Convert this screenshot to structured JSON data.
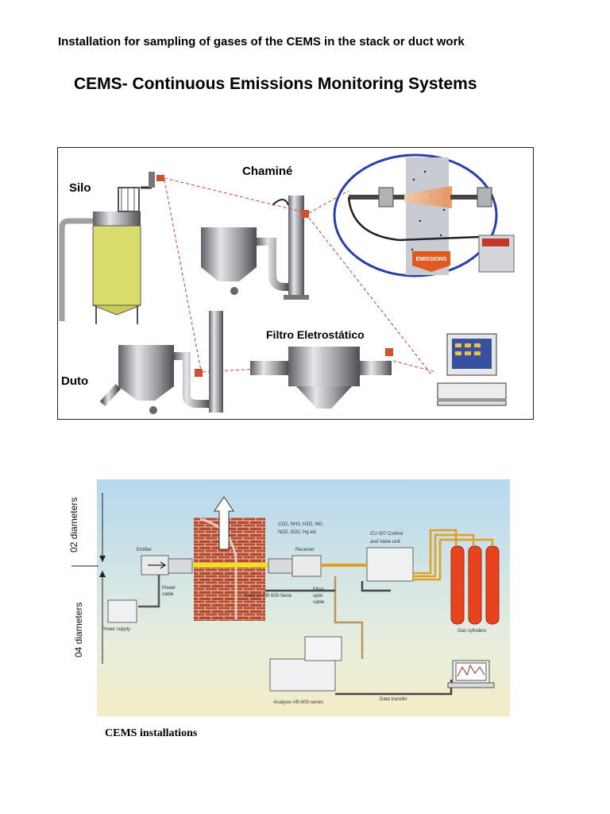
{
  "page": {
    "intro": "Installation for sampling of gases of the CEMS in the  stack or duct work",
    "title": "CEMS- Continuous Emissions Monitoring Systems",
    "caption": "CEMS installations"
  },
  "figure1": {
    "labels": {
      "silo": "Silo",
      "chamine": "Chaminé",
      "filtro": "Filtro Eletrostático",
      "duto": "Duto",
      "emissions": "EMISSIONS"
    }
  },
  "figure2": {
    "labels": {
      "gases_line1": "CO2, NH3, H2O, NO,",
      "gases_line2": "NO2, SO2, Hg etc",
      "emitter": "Emitter",
      "receiver": "Receiver",
      "control_line1": "CU 007 Control",
      "control_line2": "and Valve unit",
      "power_cable_1": "Power",
      "power_cable_2": "cable",
      "analyser_series": "Analyser AR-500-Serie",
      "fibre_1": "Fibre",
      "fibre_2": "optic",
      "fibre_3": "cable",
      "power_supply": "Power supply",
      "gas_cylinders": "Gas cylinders",
      "data_transfer": "Data transfer",
      "analyser_600": "Analyser AR-600-series"
    },
    "side_labels": {
      "upper": "02  diameters",
      "lower": "04  diameters"
    }
  },
  "colors": {
    "silo_fill": "#d8dc6a",
    "emissions_arrow": "#e05a20",
    "brick": "#b8482c",
    "gas_cylinder": "#e8431f",
    "fibre_yellow": "#e0a020",
    "sky_top": "#b6d8ef",
    "sky_bottom": "#f4ecc6"
  }
}
